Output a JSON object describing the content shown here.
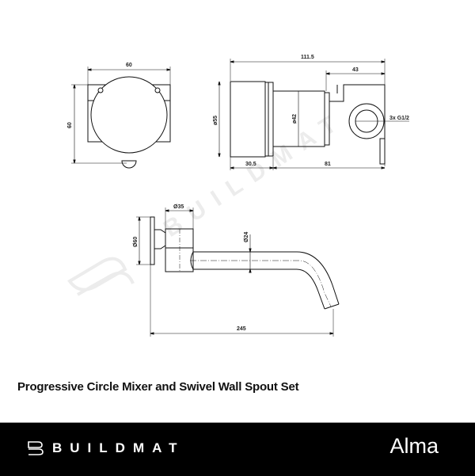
{
  "drawing": {
    "front_view": {
      "width_label": "60",
      "height_label": "60"
    },
    "side_view": {
      "overall_length": "111.5",
      "bracket_width": "43",
      "body_diameter": "ø55",
      "valve_diameter": "ø42",
      "outlet_label": "3x G1/2",
      "front_depth": "30.5",
      "rear_depth": "81"
    },
    "spout_view": {
      "flange_diameter": "Ø60",
      "body_diameter": "Ø35",
      "pipe_diameter": "Ø24",
      "overall_length": "245"
    },
    "watermark": "BUILDMAT"
  },
  "title": "Progressive Circle Mixer and Swivel Wall Spout Set",
  "footer": {
    "brand": "BUILDMAT",
    "product_line": "Alma",
    "background": "#000000",
    "text_color": "#ffffff"
  }
}
